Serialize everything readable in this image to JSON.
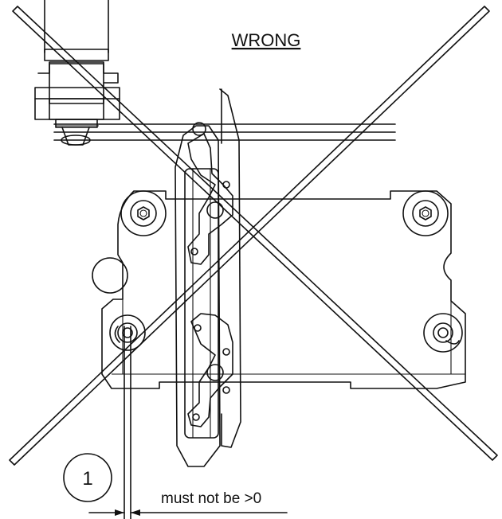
{
  "diagram": {
    "title": "WRONG",
    "callout_number": "1",
    "dimension_label": "must not be >0"
  }
}
